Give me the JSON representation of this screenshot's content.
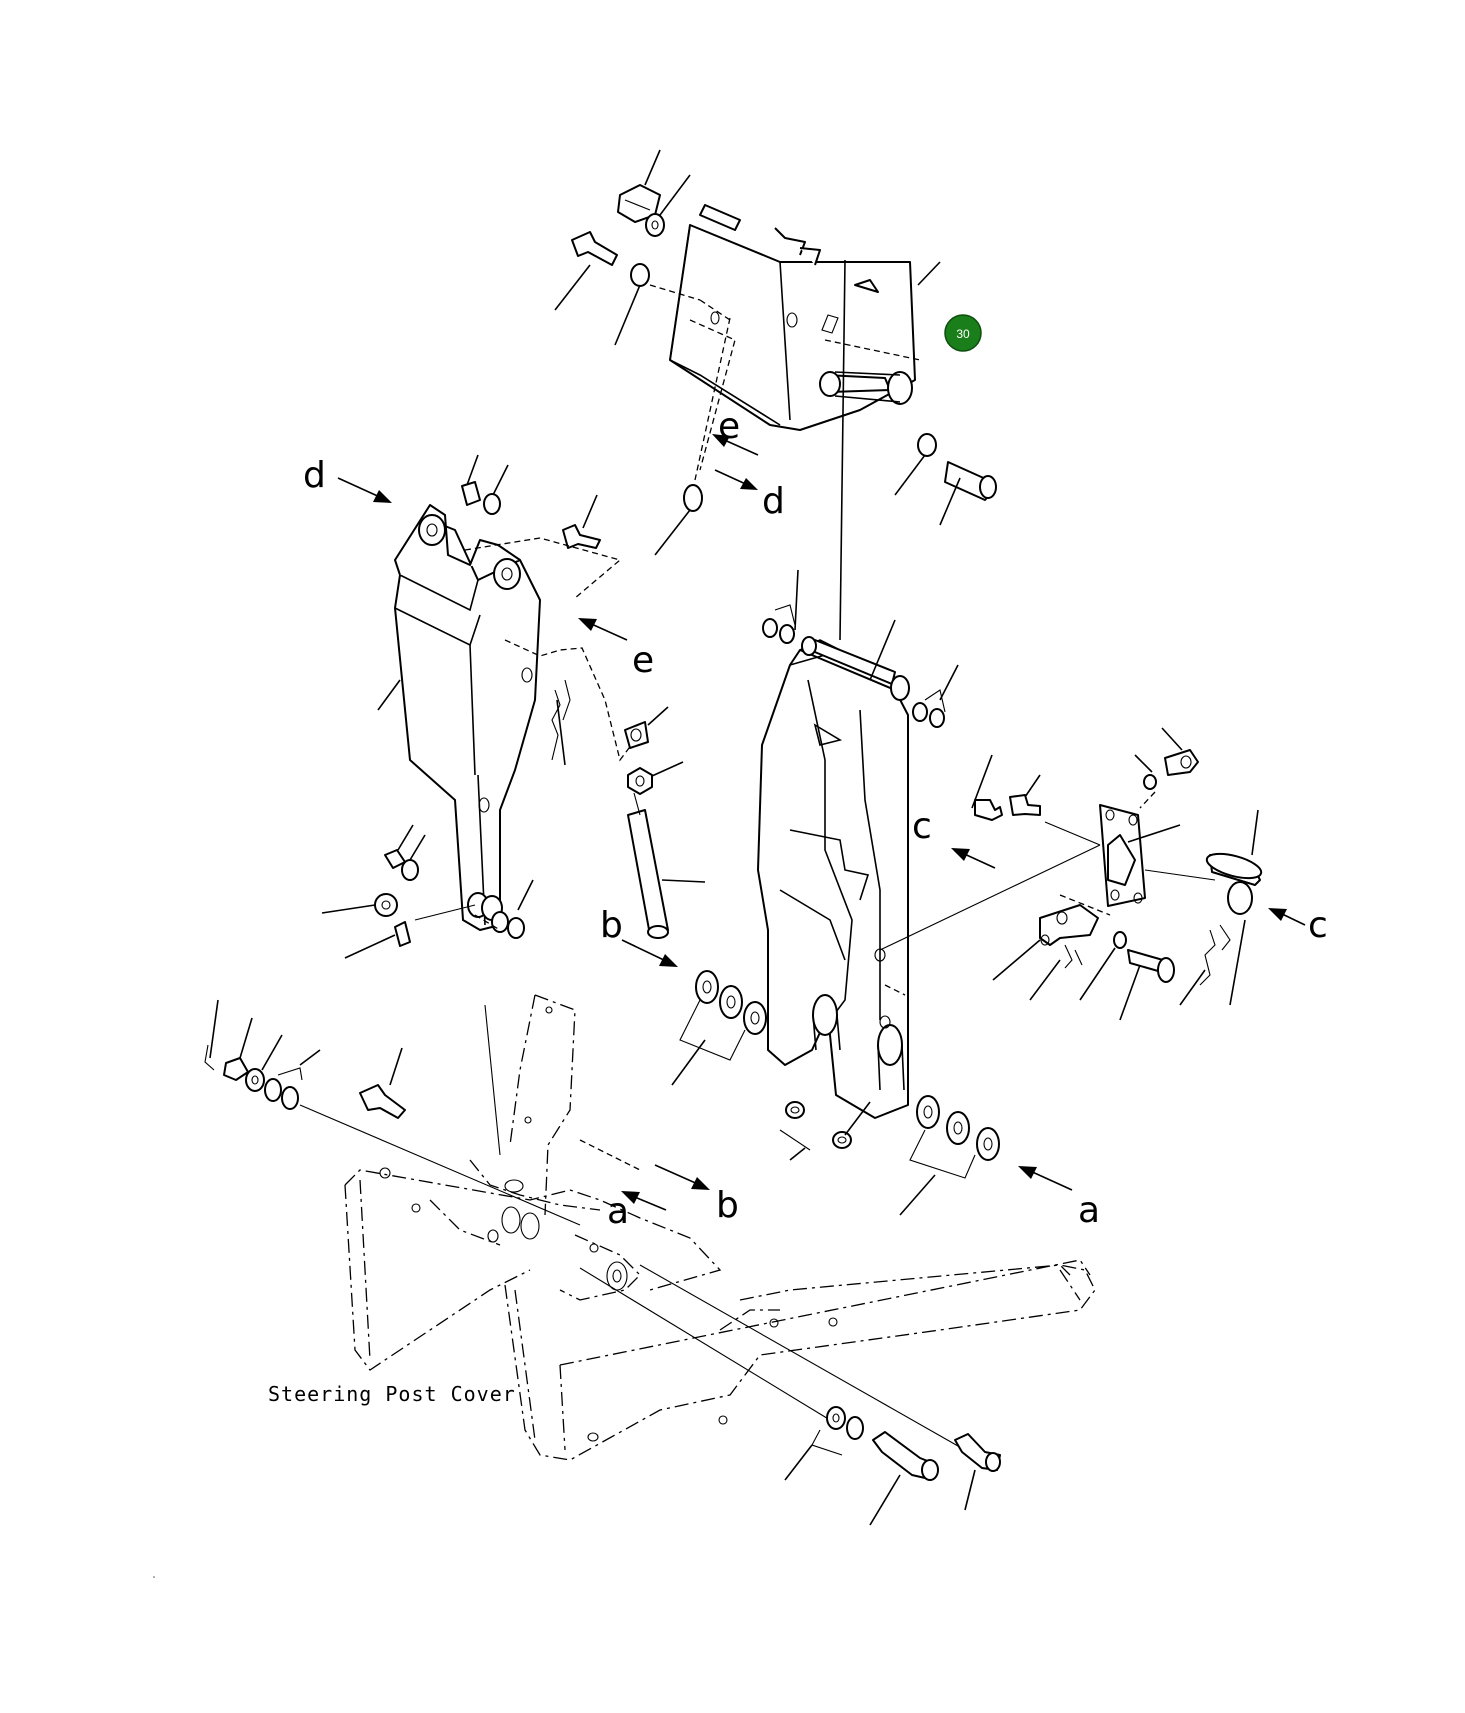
{
  "labels": {
    "caption": "Steering Post Cover",
    "callout": "30",
    "ref_a": "a",
    "ref_b": "b",
    "ref_c": "c",
    "ref_d": "d",
    "ref_e": "e"
  },
  "colors": {
    "callout_fill": "#1a7f1a",
    "callout_border": "#0e4d0e",
    "line": "#000000",
    "background": "#ffffff"
  }
}
